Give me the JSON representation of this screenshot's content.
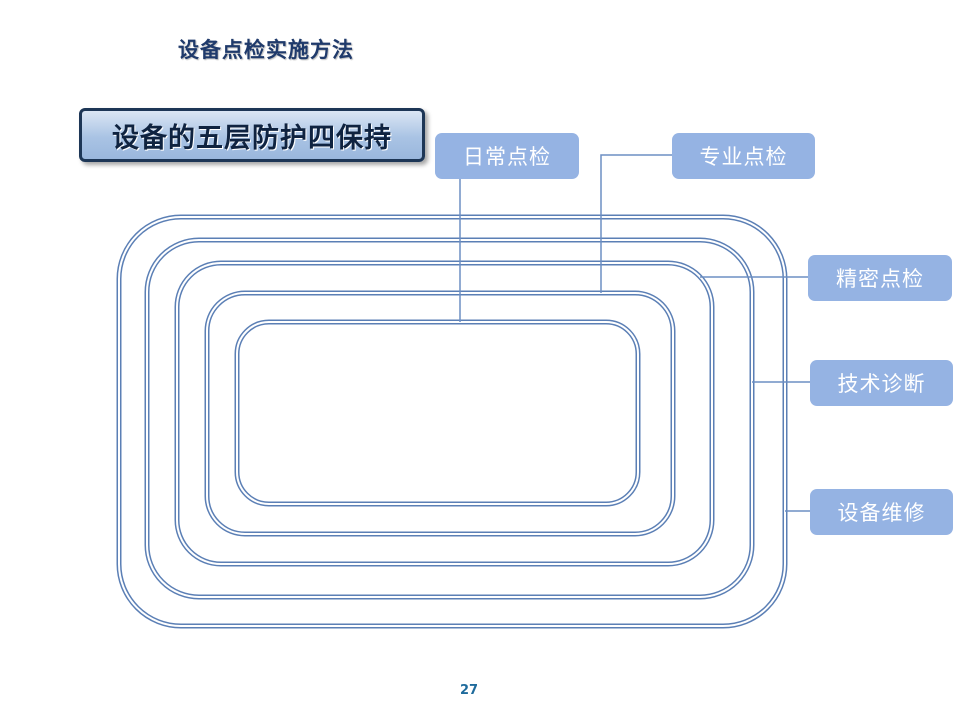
{
  "slide": {
    "title": "设备点检实施方法",
    "banner": "设备的五层防护四保持",
    "page_number": "27"
  },
  "layers": [
    {
      "label": "日常点检"
    },
    {
      "label": "专业点检"
    },
    {
      "label": "精密点检"
    },
    {
      "label": "技术诊断"
    },
    {
      "label": "设备维修"
    }
  ],
  "colors": {
    "ring_stroke": "#5b7fb5",
    "connector": "#6d8fc4",
    "label_fill": "#95b3e3",
    "banner_border": "#1d3656",
    "title_text": "#1f3a6b"
  }
}
